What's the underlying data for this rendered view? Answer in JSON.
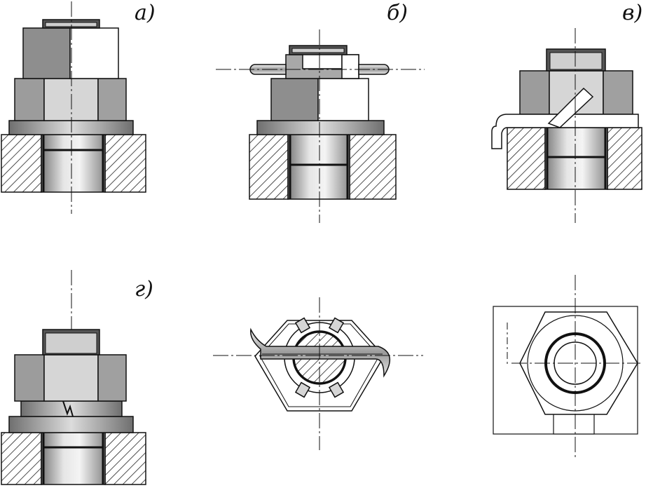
{
  "labels": {
    "a": "а)",
    "b": "б)",
    "v": "в)",
    "g": "г)"
  },
  "colors": {
    "dark_gray": "#8c8c8c",
    "mid_gray": "#a9a9a9",
    "light_gray": "#d2d2d2",
    "pale": "#ededed",
    "white": "#ffffff",
    "line": "#111111"
  }
}
